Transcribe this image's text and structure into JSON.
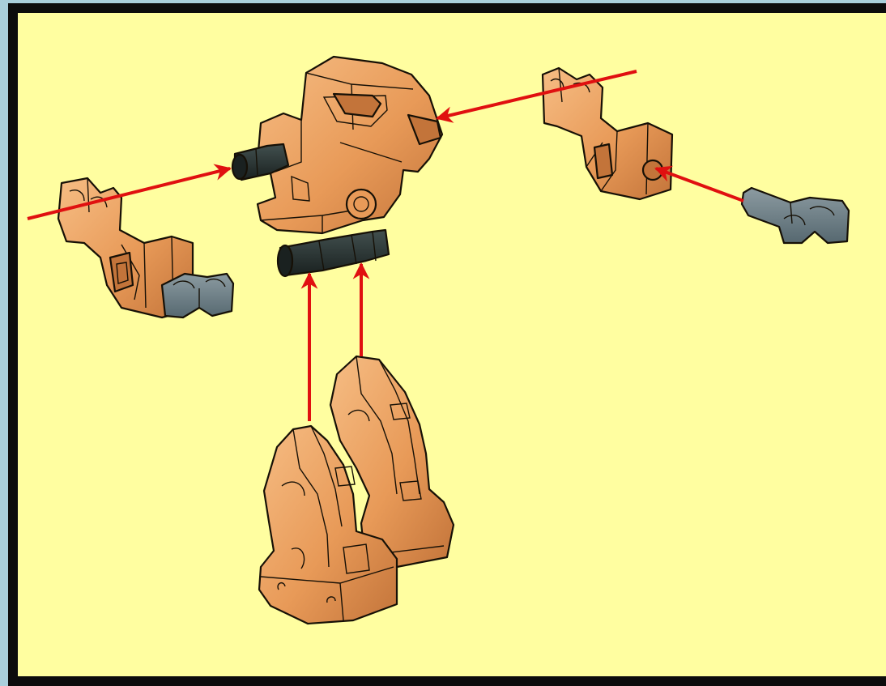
{
  "colors": {
    "background": "#fffea0",
    "border": "#0c0c0c",
    "side_strip": "#a9cfdb",
    "part_orange": "#e89a58",
    "part_orange_shadow": "#c3743a",
    "part_orange_light": "#f6bd84",
    "pin_black": "#2a3332",
    "hand_gray": "#6e7f86",
    "arrow_red": "#e01010"
  },
  "parts": [
    {
      "name": "torso-head",
      "color": "orange"
    },
    {
      "name": "left-arm",
      "color": "orange"
    },
    {
      "name": "right-arm",
      "color": "orange"
    },
    {
      "name": "left-hand",
      "color": "gray"
    },
    {
      "name": "right-hand",
      "color": "gray"
    },
    {
      "name": "hip-axle",
      "color": "black"
    },
    {
      "name": "left-leg",
      "color": "orange"
    },
    {
      "name": "right-leg",
      "color": "orange"
    }
  ],
  "arrows": [
    {
      "from": "left-arm",
      "to": "torso-shoulder-pin"
    },
    {
      "from": "right-arm",
      "to": "torso-shoulder"
    },
    {
      "from": "right-hand",
      "to": "right-arm"
    },
    {
      "from": "legs",
      "to": "hip-axle",
      "count": 2
    }
  ]
}
